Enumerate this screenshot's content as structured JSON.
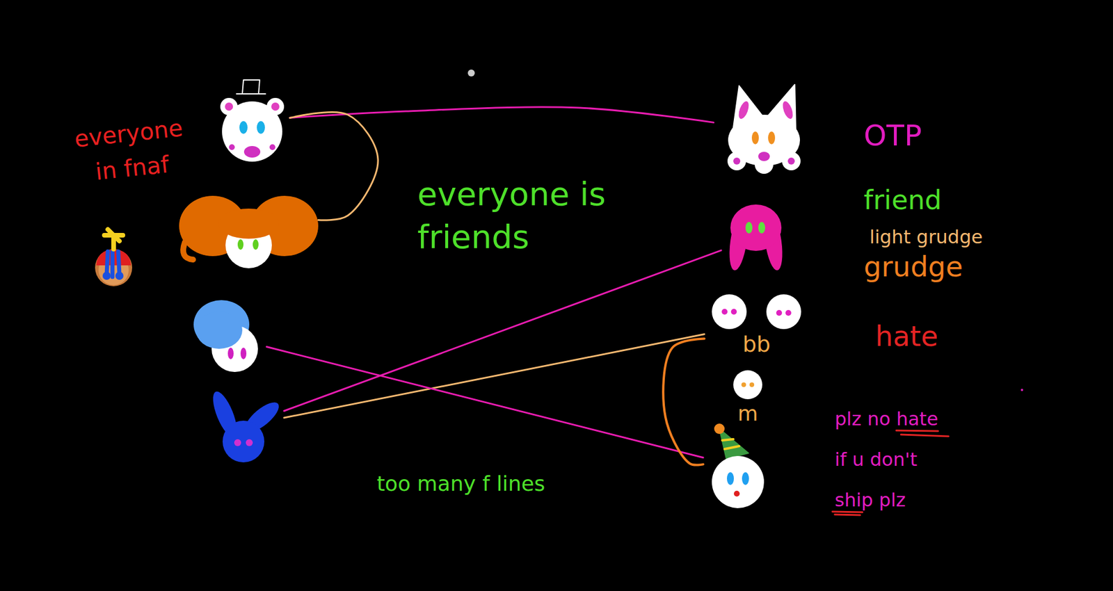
{
  "diagram": {
    "nodes": [
      {
        "text": []
      },
      {
        "text": []
      },
      {
        "text": []
      },
      {
        "text": []
      },
      {
        "text": []
      },
      {
        "text": []
      },
      {
        "text": [
          "bb"
        ]
      },
      {
        "text": [
          "m"
        ]
      },
      {
        "text": []
      }
    ],
    "edges": [
      {
        "from": 0,
        "to": 4,
        "arrow": "none"
      },
      {
        "from": 0,
        "to": 1,
        "arrow": "none"
      },
      {
        "from": 5,
        "to": 3,
        "arrow": "none"
      },
      {
        "from": 3,
        "to": 6,
        "arrow": "none"
      },
      {
        "from": 2,
        "to": 8,
        "arrow": "none"
      },
      {
        "from": 6,
        "to": 8,
        "arrow": "none"
      }
    ],
    "labels": [
      "everyone in fnaf",
      "everyone is friends",
      "too many f lines",
      "plz no hate if u don't ship plz"
    ],
    "legend": [
      {
        "text": "OTP",
        "color": "#e21cc0"
      },
      {
        "text": "friend",
        "color": "#4ee02a"
      },
      {
        "text": "light grudge",
        "color": "#f5b870"
      },
      {
        "text": "grudge",
        "color": "#f07f20"
      },
      {
        "text": "hate",
        "color": "#e42424"
      }
    ]
  }
}
